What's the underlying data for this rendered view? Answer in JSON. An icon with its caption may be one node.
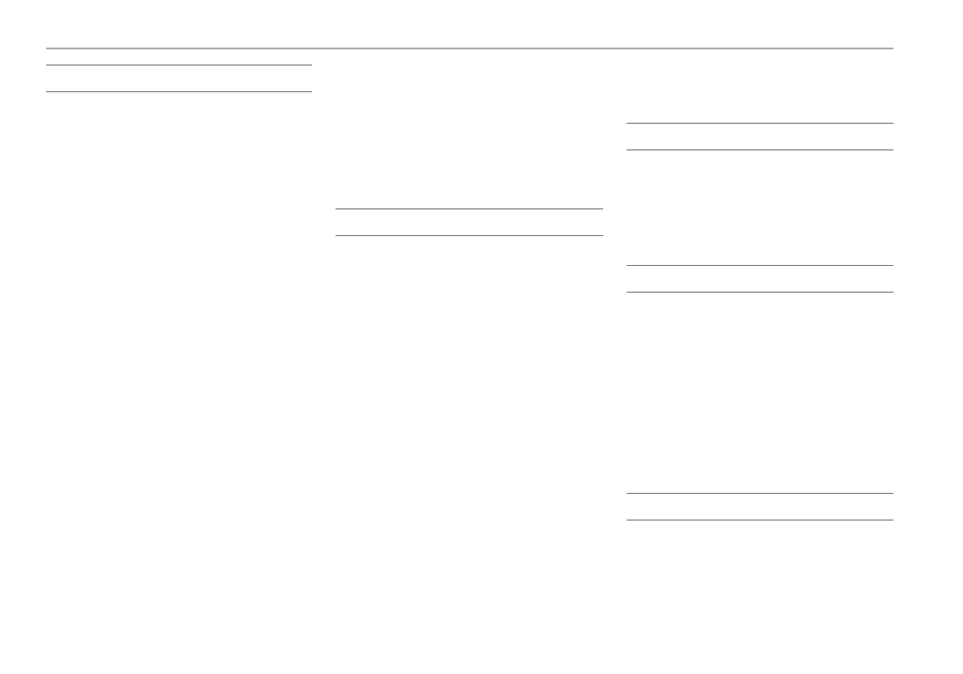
{
  "diagram": {
    "nodes": [
      {
        "text": [],
        "shape": "band"
      },
      {
        "text": [],
        "shape": "band"
      },
      {
        "text": [],
        "shape": "band"
      },
      {
        "text": [],
        "shape": "band"
      },
      {
        "text": [],
        "shape": "band"
      }
    ]
  }
}
